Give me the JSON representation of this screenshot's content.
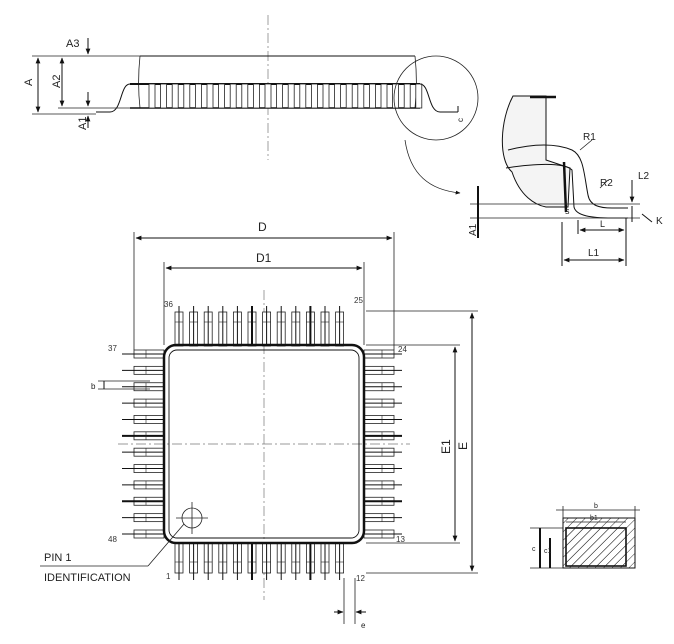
{
  "side_view": {
    "labels": {
      "a3": "A3",
      "a": "A",
      "a2": "A2",
      "a1": "A1",
      "c": "c"
    }
  },
  "detail_view": {
    "labels": {
      "r1": "R1",
      "r2": "R2",
      "l2": "L2",
      "a1": "A1",
      "s": "s",
      "l": "L",
      "k": "K",
      "l1": "L1"
    }
  },
  "top_view": {
    "labels": {
      "d": "D",
      "d1": "D1",
      "e": "E",
      "e1": "E1",
      "b": "b",
      "e_pitch": "e"
    },
    "pin_numbers": {
      "p1": "1",
      "p12": "12",
      "p13": "13",
      "p24": "24",
      "p25": "25",
      "p36": "36",
      "p37": "37",
      "p48": "48"
    },
    "pin1_label_line1": "PIN 1",
    "pin1_label_line2": "IDENTIFICATION",
    "pins_per_side": 12
  },
  "lead_section": {
    "labels": {
      "b": "b",
      "b1": "b1",
      "c": "c",
      "c1": "c1"
    }
  }
}
